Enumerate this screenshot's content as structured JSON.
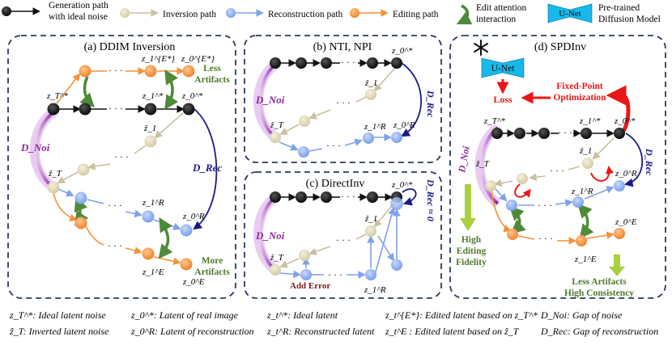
{
  "legend": {
    "generation": "Generation path with ideal noise",
    "generation_l1": "Generation path",
    "generation_l2": "with ideal noise",
    "inversion": "Inversion path",
    "reconstruction": "Reconstruction path",
    "editing": "Editing path",
    "edit_attention": "Edit attention interaction",
    "edit_attention_l1": "Edit attention",
    "edit_attention_l2": "interaction",
    "unet": "U-Net",
    "pretrained": "Pre-trained Diffusion Model",
    "pretrained_l1": "Pre-trained",
    "pretrained_l2": "Diffusion Model"
  },
  "panels": {
    "a": {
      "title": "(a) DDIM Inversion",
      "less_artifacts": "Less Artifacts",
      "less_l1": "Less",
      "less_l2": "Artifacts",
      "more_artifacts": "More Artifacts",
      "more_l1": "More",
      "more_l2": "Artifacts"
    },
    "b": {
      "title": "(b) NTI, NPI"
    },
    "c": {
      "title": "(c) DirectInv",
      "add_error": "Add Error",
      "drec_approx": "D_Rec ≈ 0"
    },
    "d": {
      "title": "(d) SPDInv",
      "unet": "U-Net",
      "loss": "Loss",
      "fixed_point": "Fixed-Point Optimization",
      "fixed_l1": "Fixed-Point",
      "fixed_l2": "Optimization",
      "high_editing": "High Editing Fidelity",
      "high_l1": "High",
      "high_l2": "Editing",
      "high_l3": "Fidelity",
      "less_artifacts_consistency": "Less Artifacts High Consistency",
      "lac_l1": "Less Artifacts",
      "lac_l2": "High Consistency"
    }
  },
  "labels": {
    "dnoi": "D_Noi",
    "drec": "D_Rec",
    "zT_star": "z_T^*",
    "zT_hat": "ẑ_T",
    "z1_star": "z_1^*",
    "z0_star": "z_0^*",
    "z1_hat": "ẑ_1",
    "z1R": "z_1^R",
    "z0R": "z_0^R",
    "z1E": "z_1^E",
    "z0E": "z_0^E",
    "z1Estar": "z_1^{E*}",
    "z0Estar": "z_0^{E*}",
    "dots": "· · ·"
  },
  "footer": {
    "col1": [
      "z_T^*: Ideal latent noise",
      "ẑ_T: Inverted latent noise"
    ],
    "col2": [
      "z_0^*: Latent of real image",
      "z_0^R: Latent of reconstruction"
    ],
    "col3": [
      "z_t^*: Ideal latent",
      "z_t^R: Reconstructed latent"
    ],
    "col4": [
      "z_t^{E*}: Edited latent based on z_T^*",
      "z_t^E : Edited latent based on ẑ_T"
    ],
    "col5": [
      "D_Noi: Gap of noise",
      "D_Rec: Gap of reconstruction"
    ]
  },
  "colors": {
    "generation": "#111111",
    "inversion": "#d8d0b0",
    "reconstruction": "#8fb0f0",
    "editing": "#f4923a",
    "attention": "#4f8a3a",
    "unet": "#18b8ea",
    "dnoi": "#8a2a9a",
    "drec": "#1a1a8a",
    "red": "#e81818",
    "arrow_green": "#a8d040",
    "panel_border": "#2a3a5a"
  }
}
